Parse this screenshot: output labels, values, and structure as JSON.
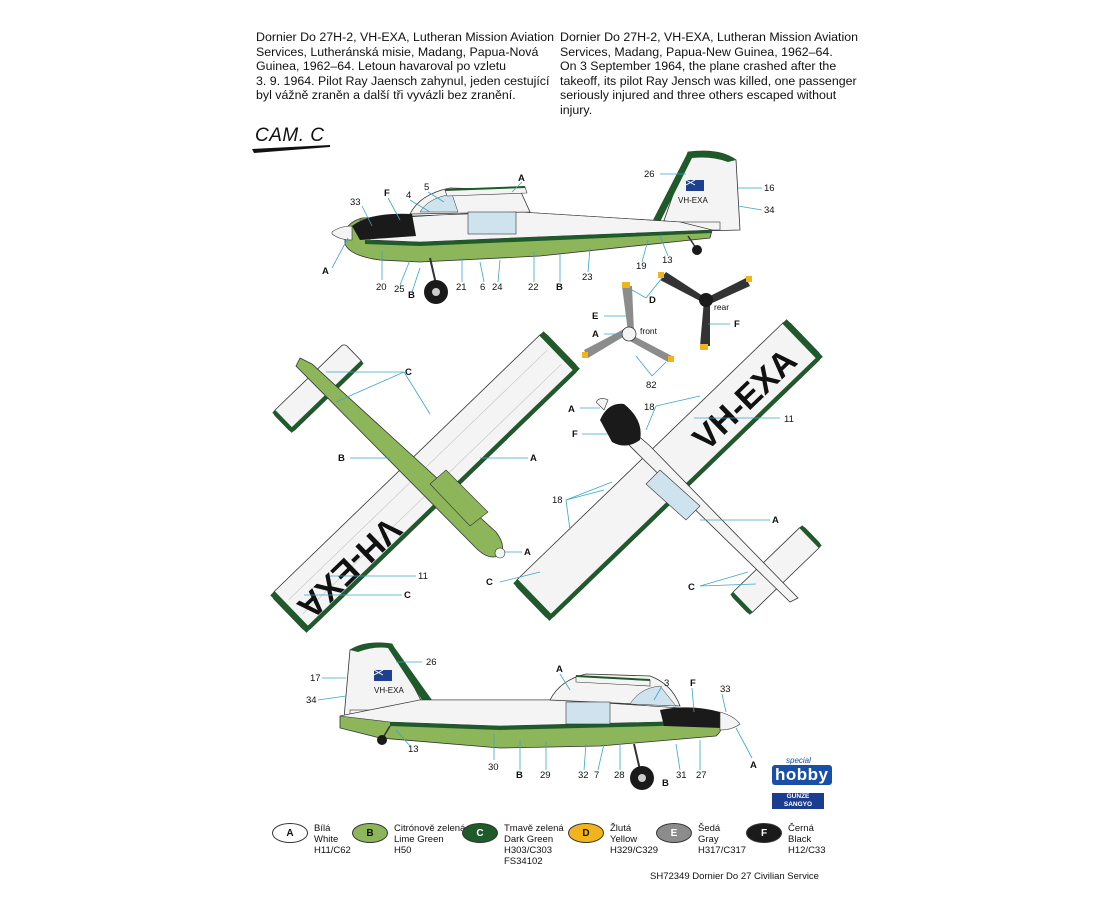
{
  "description_cz": [
    "Dornier Do 27H-2, VH-EXA, Lutheran Mission Aviation",
    "Services, Lutheránská misie, Madang, Papua-Nová",
    "Guinea, 1962–64. Letoun havaroval po vzletu",
    "3. 9. 1964. Pilot Ray Jaensch zahynul, jeden cestující",
    "byl vážně zraněn a další tři vyvázli bez zranění."
  ],
  "description_en": [
    "Dornier Do 27H-2, VH-EXA, Lutheran Mission Aviation",
    "Services, Madang, Papua-New Guinea, 1962–64.",
    "On 3 September 1964, the plane crashed after the",
    "takeoff, its pilot Ray Jensch was killed, one passenger",
    "seriously injured and three others escaped without",
    "injury."
  ],
  "camouflage_title": "CAM. C",
  "registration": "VH-EXA",
  "registration_small": "VH-EXA",
  "views": {
    "left_side": {
      "callouts": {
        "c33": "33",
        "cF": "F",
        "c4": "4",
        "c5": "5",
        "cA1": "A",
        "cA2": "A",
        "c26": "26",
        "c16": "16",
        "c34": "34",
        "c19": "19",
        "c13": "13",
        "c20": "20",
        "c25": "25",
        "cB1": "B",
        "c21": "21",
        "c6": "6",
        "c24": "24",
        "c22": "22",
        "c23": "23",
        "cB2": "B"
      }
    },
    "top": {
      "callouts": {
        "cC1": "C",
        "cB": "B",
        "cA": "A",
        "cA2": "A",
        "c11": "11",
        "cC2": "C"
      }
    },
    "bottom": {
      "callouts": {
        "cA": "A",
        "cF": "F",
        "c18a": "18",
        "c11": "11",
        "c18b": "18",
        "cA2": "A",
        "cC1": "C",
        "cC2": "C"
      }
    },
    "propellers": {
      "front_label": "front",
      "rear_label": "rear",
      "callouts": {
        "cD": "D",
        "cE": "E",
        "cA": "A",
        "c82": "82",
        "cF": "F"
      }
    },
    "right_side": {
      "callouts": {
        "c17": "17",
        "c26": "26",
        "c34": "34",
        "cA": "A",
        "c3": "3",
        "cF": "F",
        "c33": "33",
        "c13": "13",
        "c30": "30",
        "cB1": "B",
        "c29": "29",
        "c32": "32",
        "c7": "7",
        "c28": "28",
        "c31": "31",
        "cB2": "B",
        "c27": "27",
        "cA2": "A"
      }
    }
  },
  "colors": {
    "lime_green": "#8db55a",
    "dark_green": "#1e5a2a",
    "white": "#f4f4f4",
    "black": "#1a1a1a",
    "yellow": "#f2b41c",
    "gray": "#8c8c8c",
    "glass": "#cfe3ef"
  },
  "legend": [
    {
      "key": "A",
      "lines": [
        "Bílá",
        "White",
        "H11/C62"
      ],
      "color": "#ffffff",
      "text_color": "#111111"
    },
    {
      "key": "B",
      "lines": [
        "Citrónově zelená",
        "Lime Green",
        "H50"
      ],
      "color": "#8db55a",
      "text_color": "#111111"
    },
    {
      "key": "C",
      "lines": [
        "Tmavě zelená",
        "Dark Green",
        "H303/C303",
        "FS34102"
      ],
      "color": "#1e5a2a",
      "text_color": "#ffffff"
    },
    {
      "key": "D",
      "lines": [
        "Žlutá",
        "Yellow",
        "H329/C329"
      ],
      "color": "#f2b41c",
      "text_color": "#111111"
    },
    {
      "key": "E",
      "lines": [
        "Šedá",
        "Gray",
        "H317/C317"
      ],
      "color": "#8c8c8c",
      "text_color": "#ffffff"
    },
    {
      "key": "F",
      "lines": [
        "Černá",
        "Black",
        "H12/C33"
      ],
      "color": "#1a1a1a",
      "text_color": "#ffffff"
    }
  ],
  "logos": {
    "special": "special",
    "hobby": "hobby",
    "gunze_line1": "GUNZE",
    "gunze_line2": "SANGYO"
  },
  "footer": "SH72349 Dornier Do 27 Civilian Service"
}
